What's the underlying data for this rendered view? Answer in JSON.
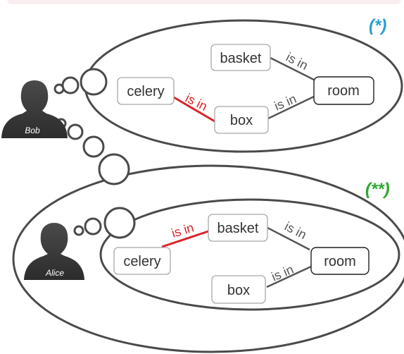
{
  "markers": {
    "outer": {
      "text": "(*)",
      "color": "#2a9fd8"
    },
    "inner": {
      "text": "(**)",
      "color": "#2ea82e"
    }
  },
  "people": {
    "bob": "Bob",
    "alice": "Alice"
  },
  "upper_belief": {
    "nodes": {
      "basket": "basket",
      "celery": "celery",
      "box": "box",
      "room": "room"
    },
    "edges": {
      "basket_room": "is in",
      "celery_box": "is in",
      "box_room": "is in"
    }
  },
  "lower_belief": {
    "nodes": {
      "basket": "basket",
      "celery": "celery",
      "box": "box",
      "room": "room"
    },
    "edges": {
      "celery_basket": "is in",
      "basket_room": "is in",
      "box_room": "is in"
    }
  },
  "colors": {
    "highlight_edge": "#d8242a",
    "edge": "#555555",
    "bubble_stroke": "#4a4a4a",
    "silhouette": "#3c3c3c"
  }
}
